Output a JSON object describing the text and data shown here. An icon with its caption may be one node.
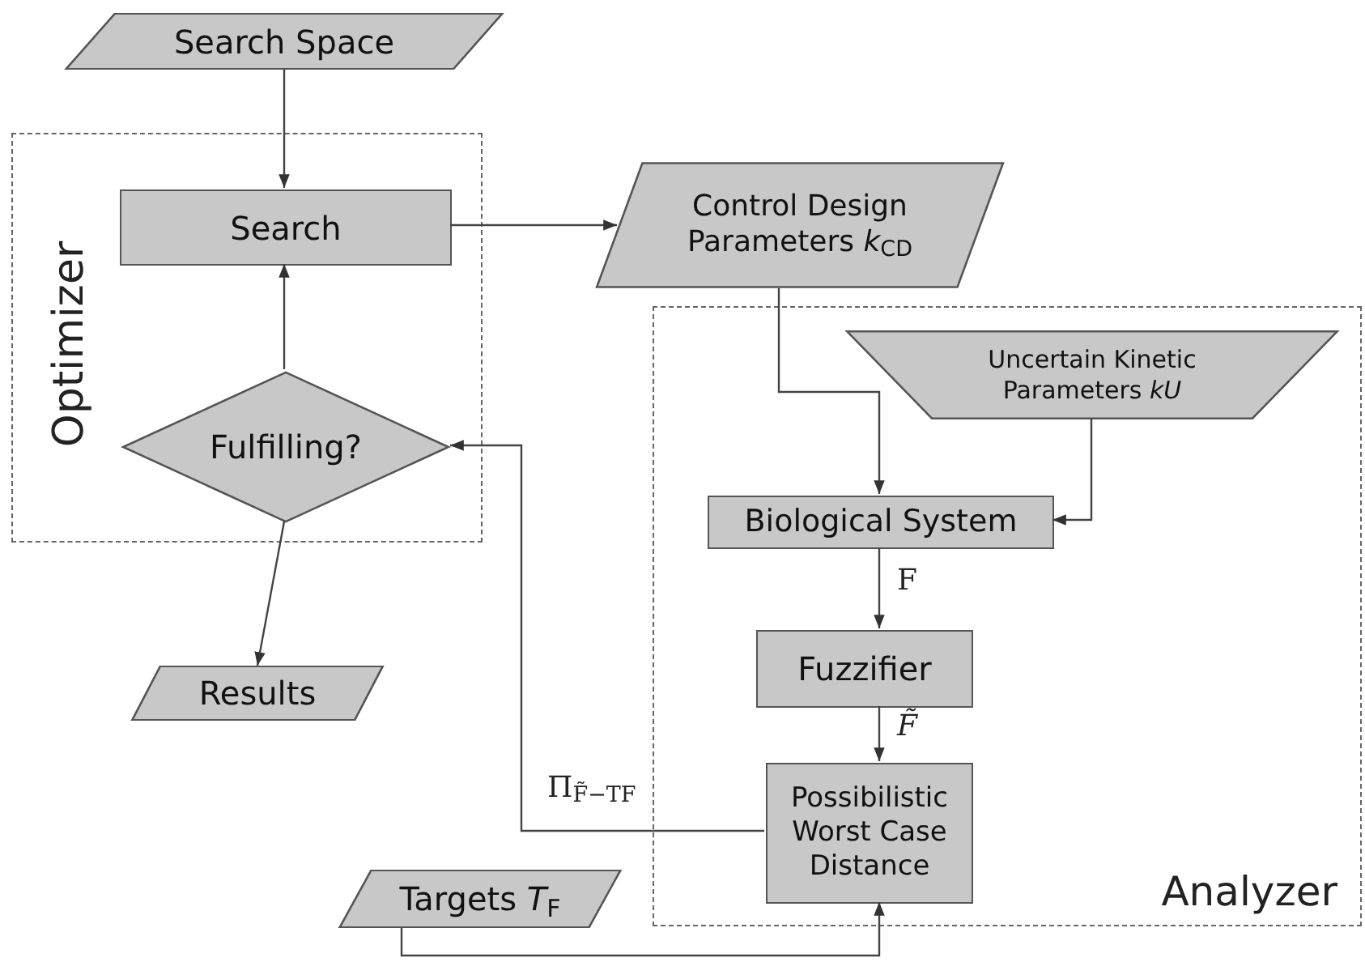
{
  "diagram": {
    "nodes": [
      {
        "text": [
          "Optimizer"
        ]
      },
      {
        "text": [
          "Search Space"
        ]
      },
      {
        "text": [
          "Search"
        ],
        "in": 0
      },
      {
        "text": [
          "Fulfilling?"
        ],
        "in": 0
      },
      {
        "text": [
          "Results"
        ]
      },
      {
        "text": [
          "Control Design Parameters *k*$_{CD}$"
        ]
      },
      {
        "text": [
          "Analyzer"
        ]
      },
      {
        "text": [
          "Uncertain Kinetic Parameters *kU*"
        ],
        "in": 6
      },
      {
        "text": [
          "Biological System"
        ],
        "in": 6
      },
      {
        "text": [
          "Fuzzifier"
        ],
        "in": 6
      },
      {
        "text": [
          "Possibilistic Worst Case Distance"
        ],
        "in": 6
      },
      {
        "text": [
          "Targets *T*$_{F}$"
        ]
      }
    ],
    "edges": [
      {
        "from": 1,
        "to": 2,
        "arrow": "to"
      },
      {
        "from": 3,
        "to": 2,
        "arrow": "to"
      },
      {
        "from": 2,
        "to": 5,
        "arrow": "to"
      },
      {
        "from": 3,
        "to": 4,
        "arrow": "to"
      },
      {
        "from": 5,
        "to": 8,
        "arrow": "to"
      },
      {
        "from": 7,
        "to": 8,
        "arrow": "to"
      },
      {
        "from": 8,
        "to": 9,
        "arrow": "to",
        "label": "F"
      },
      {
        "from": 9,
        "to": 10,
        "arrow": "to",
        "label": "*F̃*"
      },
      {
        "from": 10,
        "to": 3,
        "arrow": "to",
        "label": "Π$_{F̃−TF}$"
      },
      {
        "from": 11,
        "to": 10,
        "arrow": "to"
      }
    ]
  }
}
